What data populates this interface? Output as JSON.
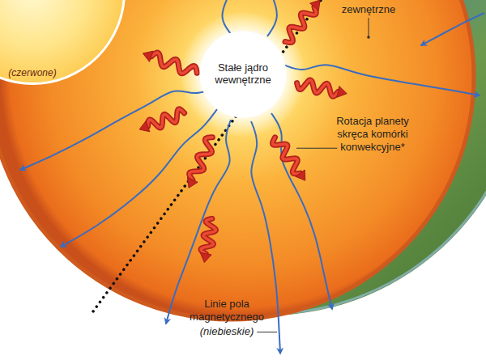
{
  "diagram": {
    "nodes": [
      {
        "text": [
          "(czerwone)"
        ]
      },
      {
        "text": [
          "Stałe jądro wewnętrzne"
        ]
      }
    ],
    "labels": [
      "zewnętrzne",
      "Rotacja planety skręca komórki konwekcyjne*",
      "Linie pola magnetycznego",
      "(niebieskie)"
    ]
  }
}
